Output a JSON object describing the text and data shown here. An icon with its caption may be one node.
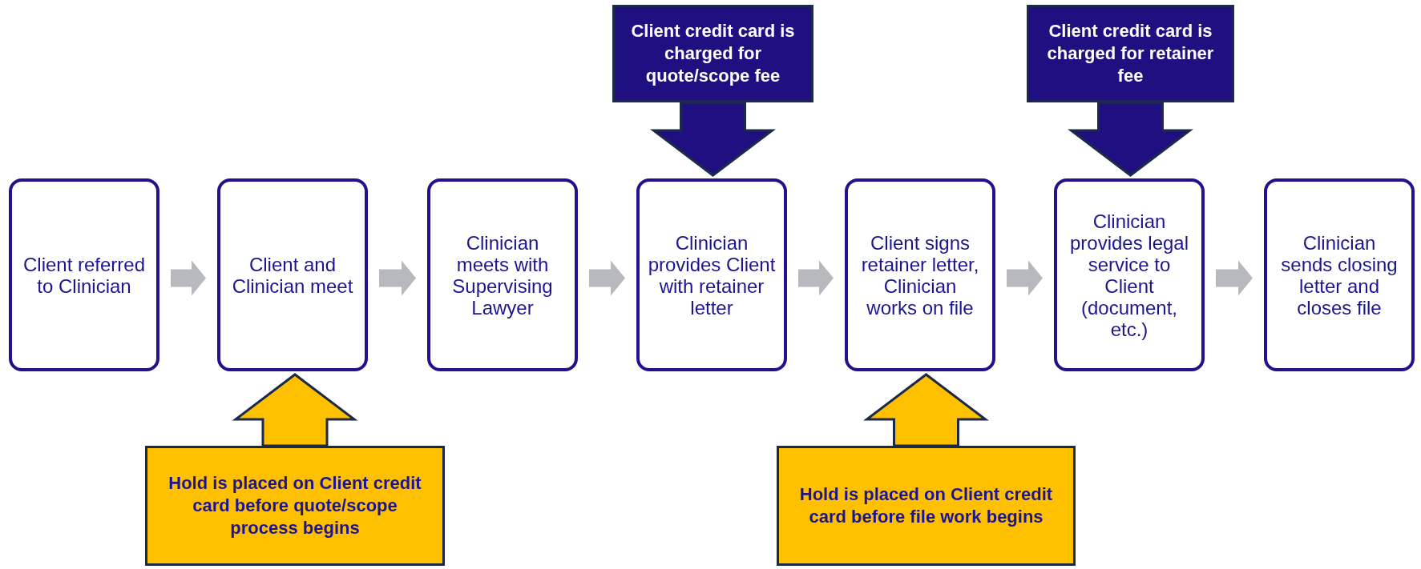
{
  "diagram": {
    "nodes": [
      {
        "text": [
          "Client referred to Clinician"
        ]
      },
      {
        "text": [
          "Client and Clinician meet"
        ]
      },
      {
        "text": [
          "Clinician meets with Supervising Lawyer"
        ]
      },
      {
        "text": [
          "Clinician provides Client with retainer letter"
        ]
      },
      {
        "text": [
          "Client signs retainer letter, Clinician works on file"
        ]
      },
      {
        "text": [
          "Clinician provides legal service to Client (document, etc.)"
        ]
      },
      {
        "text": [
          "Clinician sends closing letter and closes file"
        ]
      },
      {
        "text": [
          "Client credit card is charged for quote/scope fee"
        ]
      },
      {
        "text": [
          "Client credit card is charged for retainer fee"
        ]
      },
      {
        "text": [
          "Hold is placed on Client credit card before quote/scope process begins"
        ]
      },
      {
        "text": [
          "Hold is placed on Client credit card before file work begins"
        ]
      }
    ],
    "edges": [
      {
        "from": 0,
        "to": 1,
        "arrow": "to"
      },
      {
        "from": 1,
        "to": 2,
        "arrow": "to"
      },
      {
        "from": 2,
        "to": 3,
        "arrow": "to"
      },
      {
        "from": 3,
        "to": 4,
        "arrow": "to"
      },
      {
        "from": 4,
        "to": 5,
        "arrow": "to"
      },
      {
        "from": 5,
        "to": 6,
        "arrow": "to"
      },
      {
        "from": 7,
        "to": 3,
        "arrow": "to",
        "style": "thick",
        "color": "#1f0f80"
      },
      {
        "from": 8,
        "to": 5,
        "arrow": "to",
        "style": "thick",
        "color": "#1f0f80"
      },
      {
        "from": 9,
        "to": 1,
        "arrow": "to",
        "style": "thick",
        "color": "#ffc000"
      },
      {
        "from": 10,
        "to": 4,
        "arrow": "to",
        "style": "thick",
        "color": "#ffc000"
      }
    ]
  }
}
